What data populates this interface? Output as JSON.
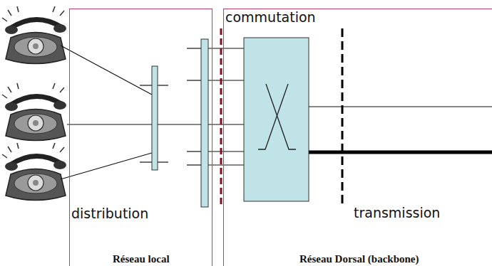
{
  "diagram": {
    "nodes": [
      {
        "text": [
          "distribution",
          "Réseau local"
        ]
      },
      {
        "text": [
          "commutation",
          "transmission",
          "Réseau Dorsal (backbone)"
        ]
      }
    ]
  }
}
